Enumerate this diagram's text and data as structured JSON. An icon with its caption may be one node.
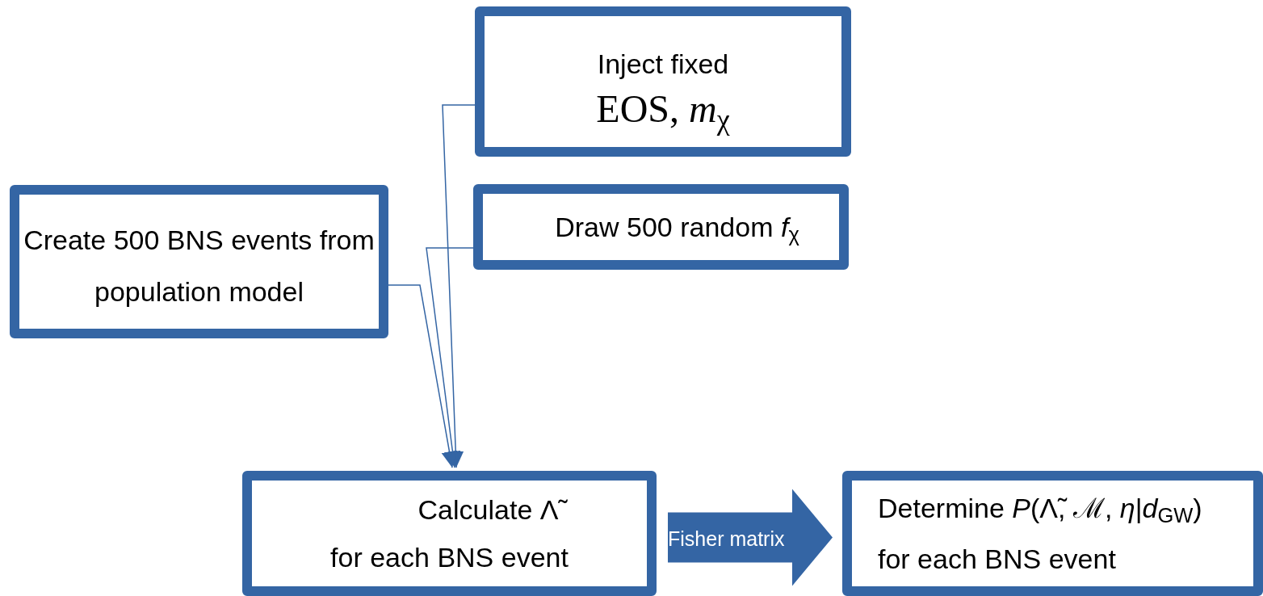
{
  "diagram": {
    "nodes": [
      {
        "text": [
          "Inject fixed",
          "EOS, *m*$_{χ}$"
        ]
      },
      {
        "text": [
          "Draw 500 random *f*$_{χ}$"
        ]
      },
      {
        "text": [
          "Create 500 BNS events from population model"
        ]
      },
      {
        "text": [
          "Calculate Λ̃",
          "for each BNS event"
        ]
      },
      {
        "text": [
          "Determine *P*(Λ̃, ℳ, *η*|*d*$_{GW}$)",
          "for each BNS event"
        ]
      }
    ],
    "edges": [
      {
        "from": 0,
        "to": 3,
        "arrow": "to"
      },
      {
        "from": 1,
        "to": 3,
        "arrow": "to"
      },
      {
        "from": 2,
        "to": 3,
        "arrow": "to"
      },
      {
        "from": 3,
        "to": 4,
        "arrow": "to",
        "label": "Fisher matrix",
        "style": "thick"
      }
    ]
  }
}
